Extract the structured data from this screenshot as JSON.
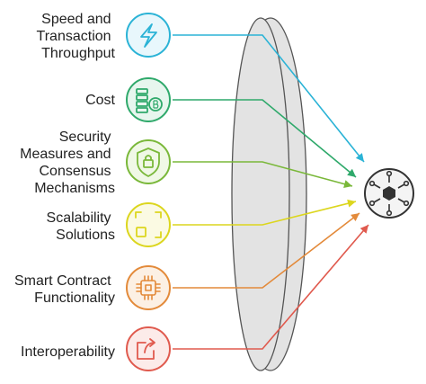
{
  "factors": [
    {
      "lines": [
        "Speed and",
        "Transaction",
        "Throughput"
      ],
      "icon": "lightning-icon",
      "color": "#2bb3d6",
      "fill": "#e8f7fc"
    },
    {
      "lines": [
        "Cost"
      ],
      "icon": "coins-bitcoin-icon",
      "color": "#2fa96b",
      "fill": "#e7f6ee"
    },
    {
      "lines": [
        "Security",
        "Measures and",
        "Consensus",
        "Mechanisms"
      ],
      "icon": "shield-lock-icon",
      "color": "#7ab83a",
      "fill": "#f0f8e6"
    },
    {
      "lines": [
        "Scalability",
        "Solutions"
      ],
      "icon": "scale-frame-icon",
      "color": "#dcd61e",
      "fill": "#fbfae3"
    },
    {
      "lines": [
        "Smart Contract",
        "Functionality"
      ],
      "icon": "chip-icon",
      "color": "#e38a3a",
      "fill": "#fcf0e4"
    },
    {
      "lines": [
        "Interoperability"
      ],
      "icon": "share-arrow-icon",
      "color": "#e05a4e",
      "fill": "#fcebe9"
    }
  ],
  "target": {
    "icon": "blockchain-network-icon",
    "color": "#333333"
  },
  "lens": {
    "fill": "#e3e3e3",
    "stroke": "#555555"
  }
}
